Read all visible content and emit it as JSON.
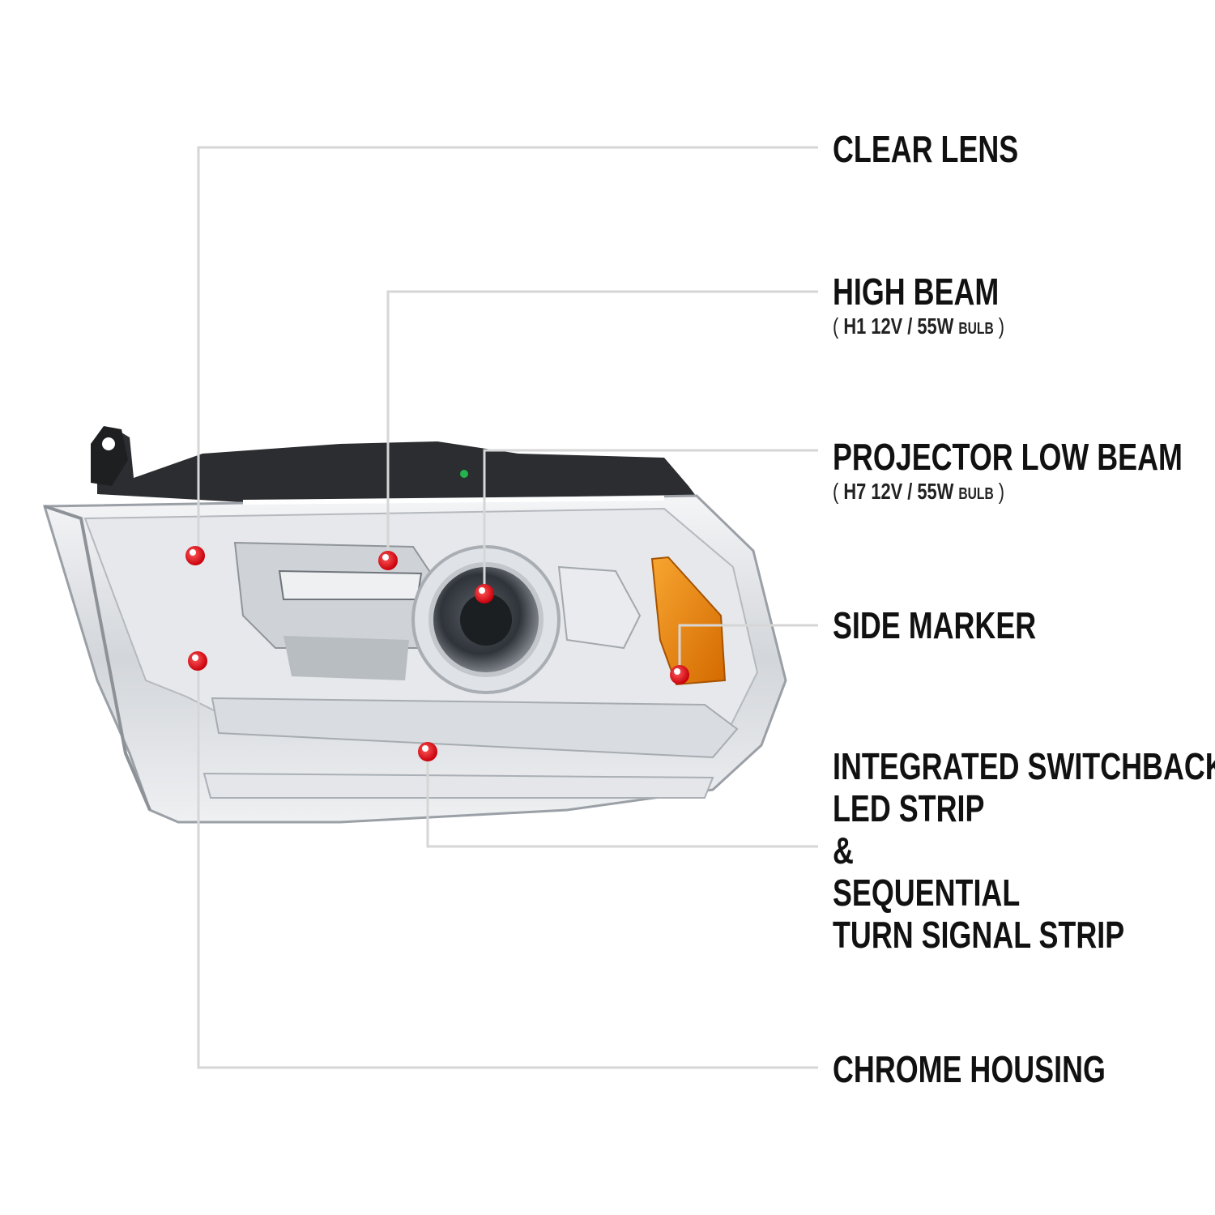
{
  "callouts": {
    "clear_lens": {
      "title": "CLEAR LENS"
    },
    "high_beam": {
      "title": "HIGH BEAM",
      "open": "(",
      "spec": "H1  12V / 55W",
      "bulb": "BULB",
      "close": ")"
    },
    "projector_low_beam": {
      "title": "PROJECTOR LOW BEAM",
      "open": "(",
      "spec": "H7  12V / 55W",
      "bulb": "BULB",
      "close": ")"
    },
    "side_marker": {
      "title": "SIDE MARKER"
    },
    "led_strip": {
      "line1": "INTEGRATED SWITCHBACK",
      "line2": "LED STRIP",
      "line3": "&",
      "line4": "SEQUENTIAL",
      "line5": "TURN SIGNAL STRIP"
    },
    "chrome_housing": {
      "title": "CHROME HOUSING"
    }
  },
  "colors": {
    "leader_line": "#d6d6d6",
    "marker_dot": "#e8121b",
    "amber": "#f08a10",
    "chrome": "#c9ccd0"
  }
}
